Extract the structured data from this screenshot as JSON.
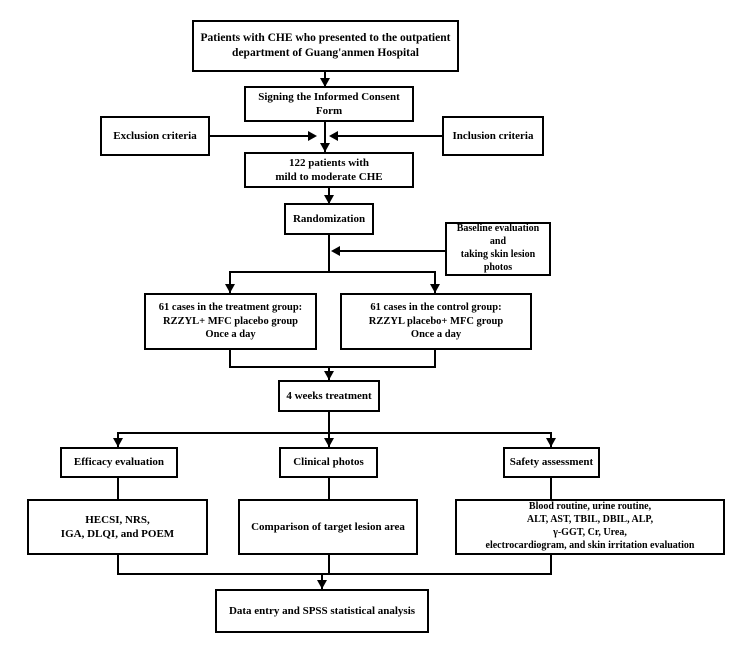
{
  "diagram": {
    "title": "CONSORT-style clinical trial flow diagram",
    "line_color": "#000000",
    "box_fill": "#ffffff",
    "box_border": "#000000",
    "nodes": {
      "enrollment": "Patients with CHE who presented to the outpatient\ndepartment of Guang'anmen Hospital",
      "consent": "Signing the Informed Consent\nForm",
      "exclusion": "Exclusion criteria",
      "inclusion": "Inclusion criteria",
      "eligible": "122 patients with\nmild to moderate CHE",
      "randomization": "Randomization",
      "baseline": "Baseline evaluation\nand\ntaking skin lesion\nphotos",
      "treatment_group": "61 cases in the treatment group:\nRZZYL+ MFC placebo group\nOnce a day",
      "control_group": "61 cases in the control group:\nRZZYL placebo+ MFC group\nOnce a day",
      "duration": "4 weeks treatment",
      "efficacy": "Efficacy evaluation",
      "clinical_photos": "Clinical photos",
      "safety": "Safety assessment",
      "efficacy_detail": "HECSI, NRS,\nIGA, DLQI, and POEM",
      "photos_detail": "Comparison of target lesion area",
      "safety_detail": "Blood routine, urine routine,\nALT, AST, TBIL, DBIL, ALP,\nγ-GGT, Cr, Urea,\nelectrocardiogram, and skin irritation evaluation",
      "analysis": "Data entry and SPSS statistical analysis"
    }
  }
}
